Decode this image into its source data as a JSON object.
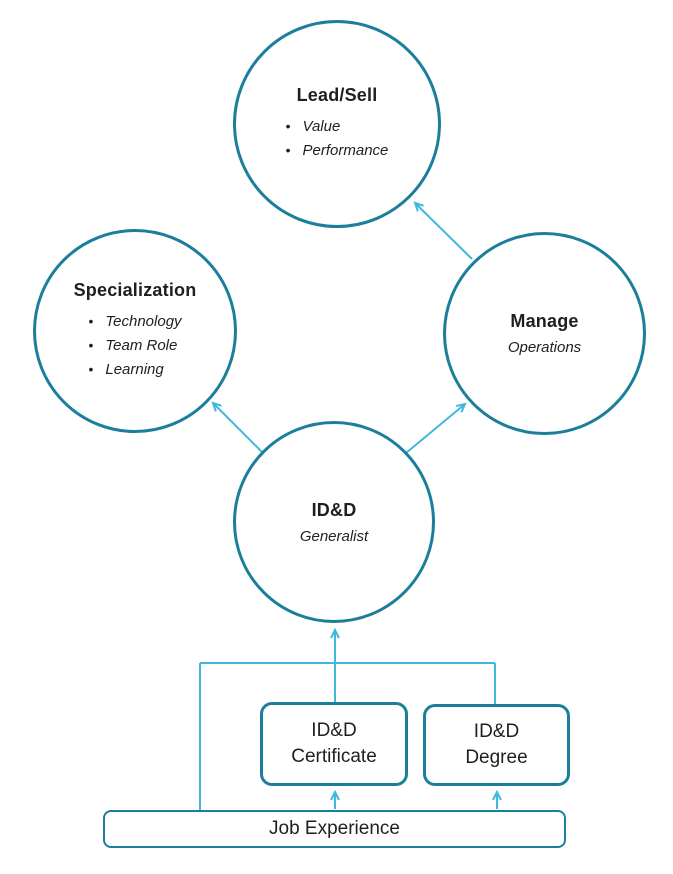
{
  "diagram": {
    "bullet": "•",
    "colors": {
      "node_border": "#1b7f9c",
      "connector": "#3fb8dc",
      "text": "#1f1f1f",
      "background": "#ffffff"
    },
    "nodes": {
      "lead_sell": {
        "title": "Lead/Sell",
        "bullets": [
          "Value",
          "Performance"
        ]
      },
      "specialization": {
        "title": "Specialization",
        "bullets": [
          "Technology",
          "Team Role",
          "Learning"
        ]
      },
      "manage": {
        "title": "Manage",
        "subtitle": "Operations"
      },
      "idd": {
        "title": "ID&D",
        "subtitle": "Generalist"
      }
    },
    "boxes": {
      "certificate": {
        "line1": "ID&D",
        "line2": "Certificate"
      },
      "degree": {
        "line1": "ID&D",
        "line2": "Degree"
      },
      "job_experience": {
        "label": "Job Experience"
      }
    }
  }
}
